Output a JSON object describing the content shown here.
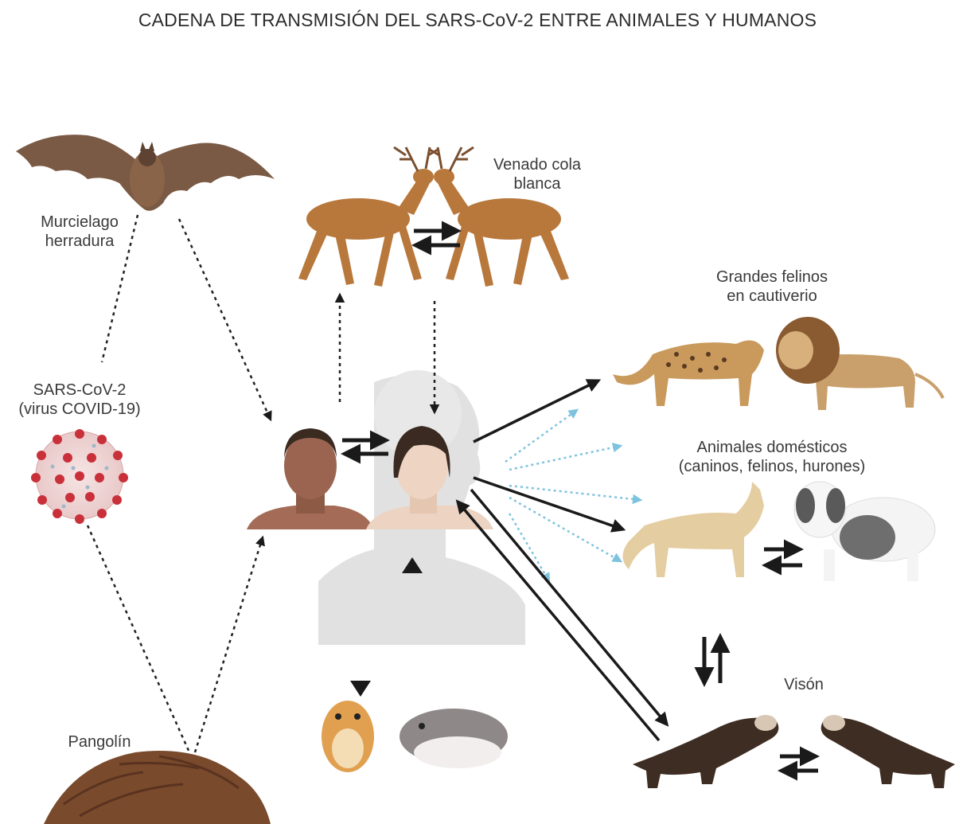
{
  "title": "CADENA DE TRANSMISIÓN DEL SARS-CoV-2 ENTRE ANIMALES Y HUMANOS",
  "labels": {
    "bat": [
      "Murcielago",
      "herradura"
    ],
    "virus": [
      "SARS-CoV-2",
      "(virus COVID-19)"
    ],
    "pangolin": [
      "Pangolín"
    ],
    "deer": [
      "Venado cola",
      "blanca"
    ],
    "felines": [
      "Grandes felinos",
      "en cautiverio"
    ],
    "domestic": [
      "Animales domésticos",
      "(caninos, felinos, hurones)"
    ],
    "mink": [
      "Visón"
    ]
  },
  "colors": {
    "solid_arrow": "#1a1a1a",
    "dotted_arrow": "#222222",
    "aerosol_arrow": "#7ec3de",
    "virus_red": "#c9303a",
    "bat_brown": "#7a5a44",
    "deer_brown": "#b8783c",
    "pangolin_brown": "#7a4a2c",
    "mink_brown": "#3e2d22"
  }
}
